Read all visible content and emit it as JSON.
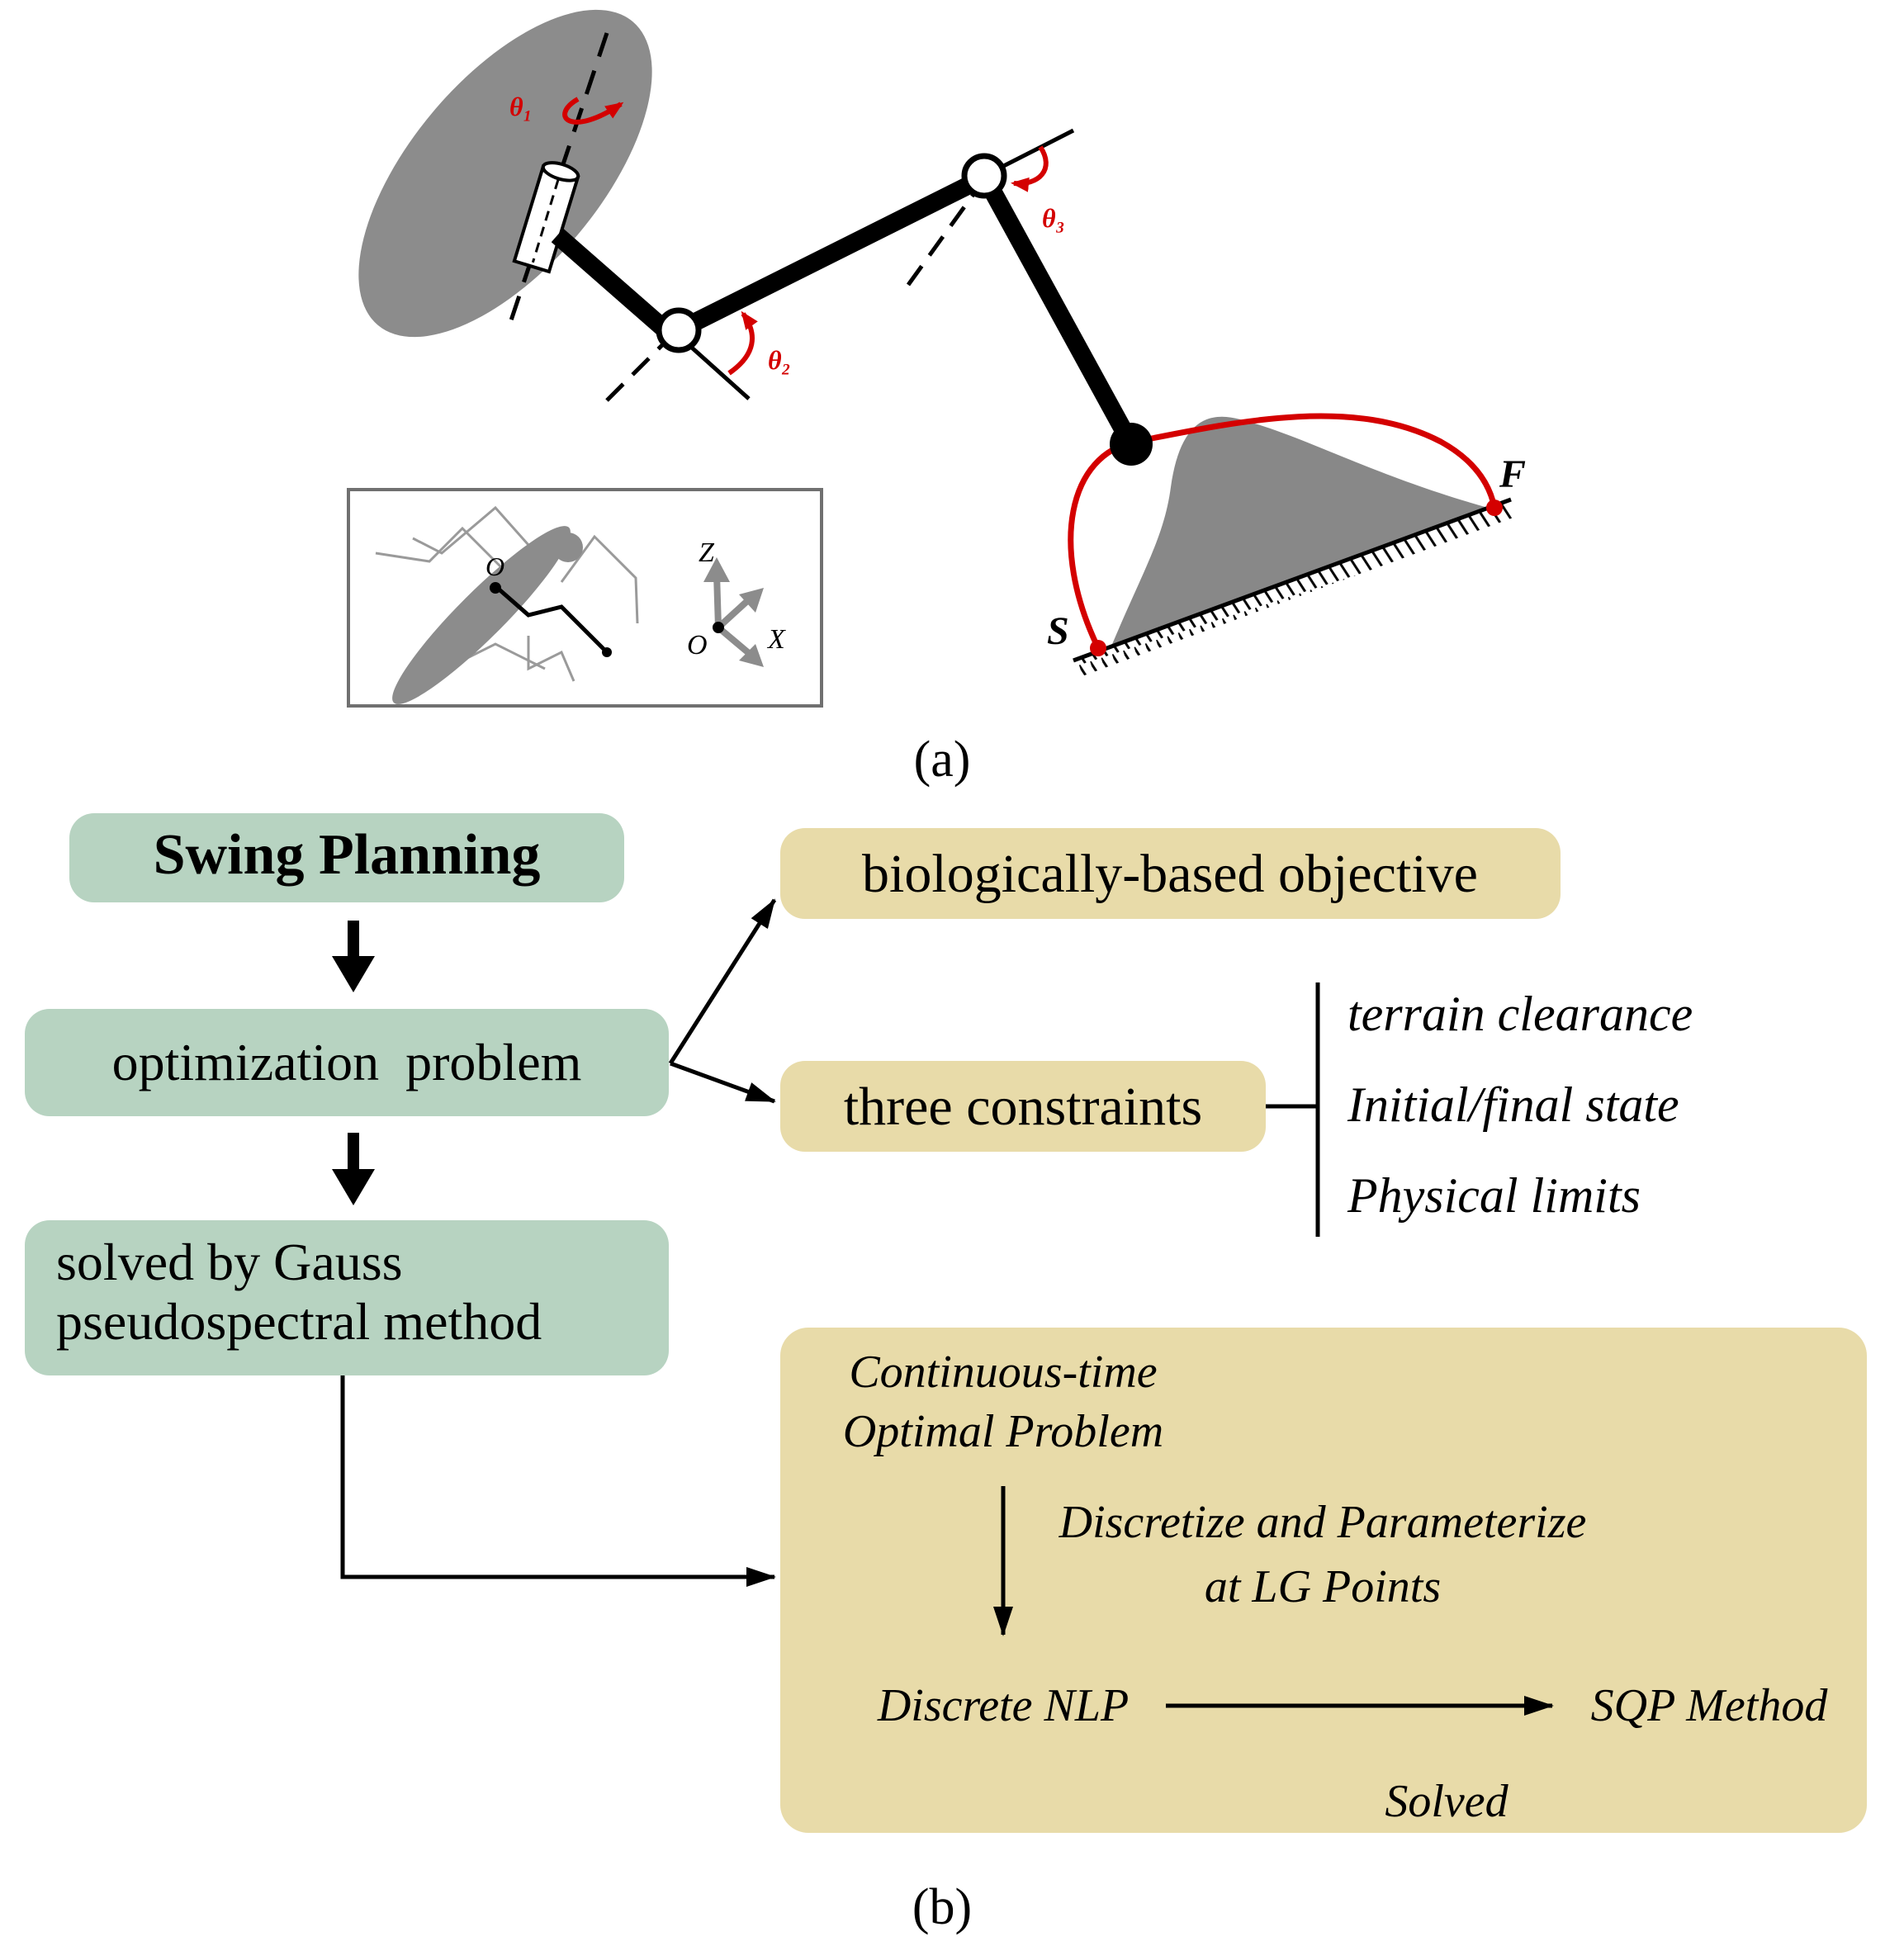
{
  "panel_a": {
    "caption": "(a)",
    "angles": {
      "theta1": "θ₁",
      "theta2": "θ₂",
      "theta3": "θ₃"
    },
    "points": {
      "start": "S",
      "finish": "F"
    },
    "inset": {
      "origin_body": "O",
      "origin_axes": "O",
      "axis_z": "Z",
      "axis_x": "X"
    },
    "colors": {
      "body": "#8c8c8c",
      "terrain": "#888888",
      "trajectory": "#d40000",
      "link": "#000000"
    }
  },
  "panel_b": {
    "caption": "(b)",
    "swing_planning": "Swing Planning",
    "optimization_problem": "optimization  problem",
    "solved_line1": "solved by Gauss",
    "solved_line2": "pseudospectral method",
    "objective": "biologically-based objective",
    "constraints": "three constraints",
    "constraint_items": [
      "terrain clearance",
      "Initial/final state",
      "Physical limits"
    ],
    "continuous_line1": "Continuous-time",
    "continuous_line2": "Optimal Problem",
    "discretize_line1": "Discretize and Parameterize",
    "discretize_line2": "at LG Points",
    "discrete_nlp": "Discrete NLP",
    "sqp": "SQP Method",
    "solved": "Solved",
    "colors": {
      "green_box": "#b7d3c1",
      "tan_box": "#e8dba9"
    }
  }
}
